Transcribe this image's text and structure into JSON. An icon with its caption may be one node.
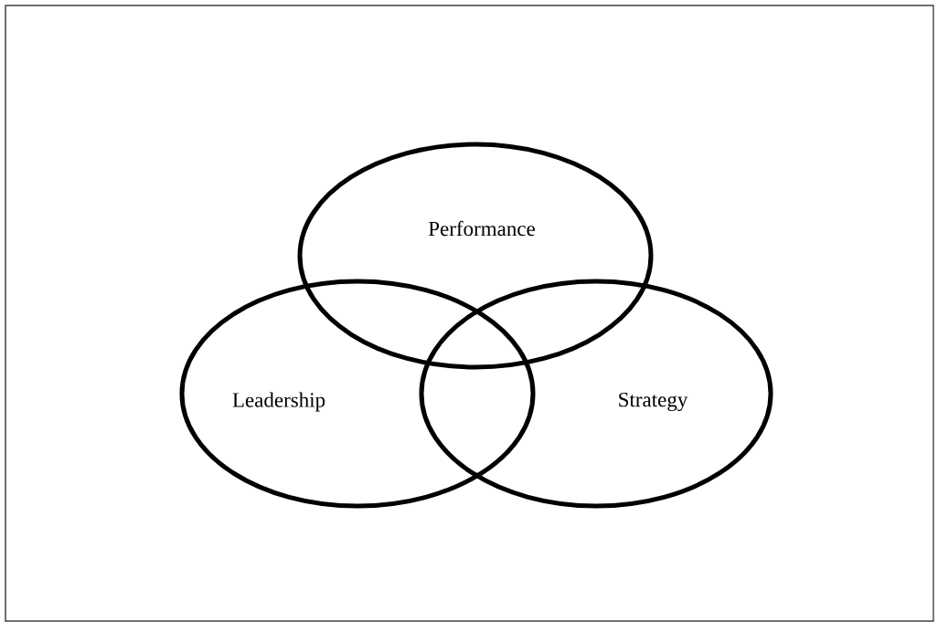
{
  "diagram": {
    "nodes": [
      {
        "text": [
          "Performance"
        ]
      },
      {
        "text": [
          "Leadership"
        ]
      },
      {
        "text": [
          "Strategy"
        ]
      }
    ]
  }
}
